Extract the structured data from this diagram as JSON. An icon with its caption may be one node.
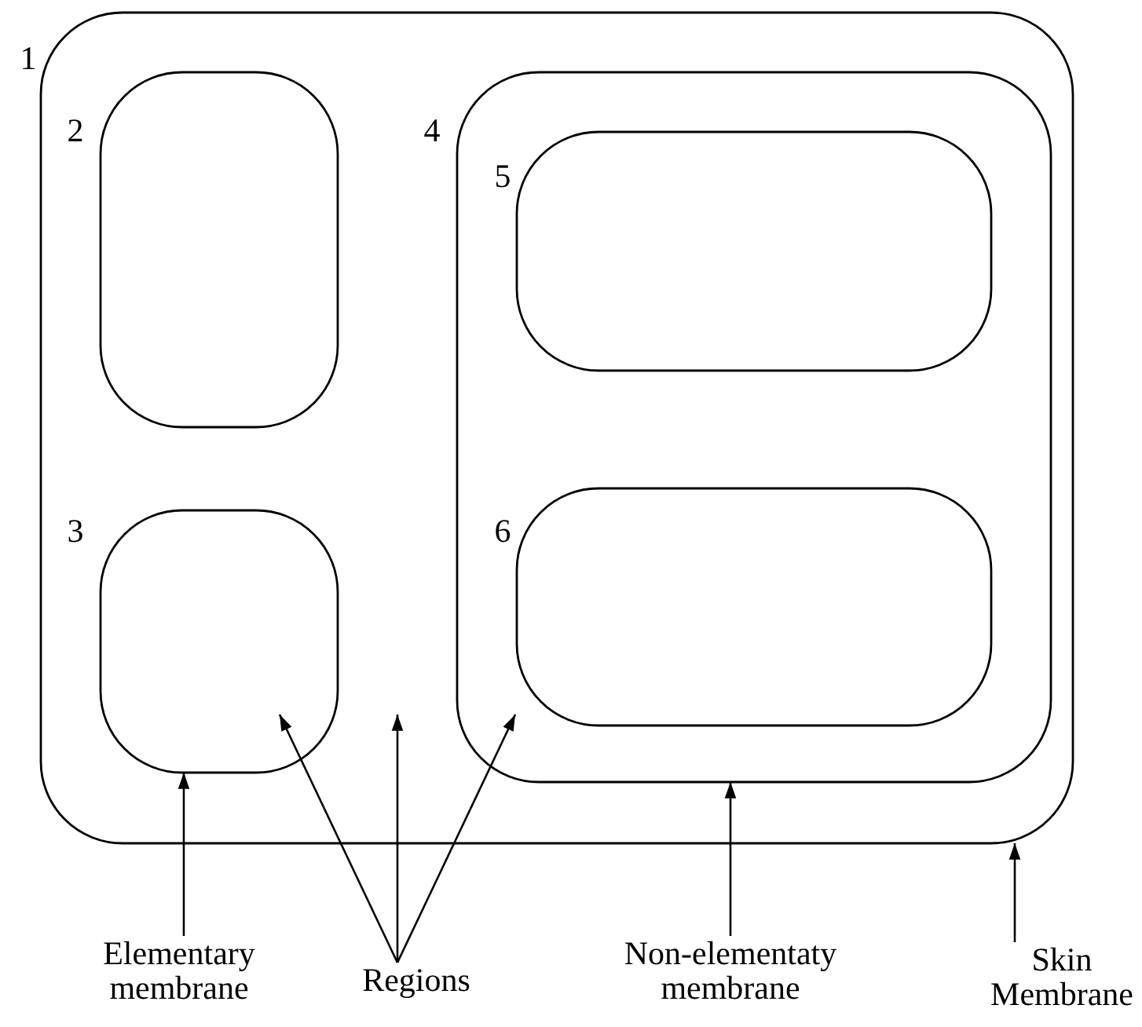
{
  "diagram": {
    "nodes": [
      {
        "text": [
          "1"
        ]
      },
      {
        "text": [
          "2"
        ],
        "in": 0
      },
      {
        "text": [
          "3"
        ],
        "in": 0
      },
      {
        "text": [
          "4"
        ],
        "in": 0
      },
      {
        "text": [
          "5"
        ],
        "in": 3
      },
      {
        "text": [
          "6"
        ],
        "in": 3
      },
      {
        "text": [
          "Elementary membrane"
        ]
      },
      {
        "text": [
          "Regions"
        ]
      },
      {
        "text": [
          "Non-elementaty membrane"
        ]
      },
      {
        "text": [
          "Skin Membrane"
        ]
      }
    ],
    "edges": [
      {
        "from": 6,
        "to": 2,
        "arrow": "to"
      },
      {
        "from": 7,
        "to": 2,
        "arrow": "to"
      },
      {
        "from": 7,
        "to": 0,
        "arrow": "to"
      },
      {
        "from": 7,
        "to": 3,
        "arrow": "to"
      },
      {
        "from": 8,
        "to": 3,
        "arrow": "to"
      },
      {
        "from": 9,
        "to": 0,
        "arrow": "to"
      }
    ]
  }
}
